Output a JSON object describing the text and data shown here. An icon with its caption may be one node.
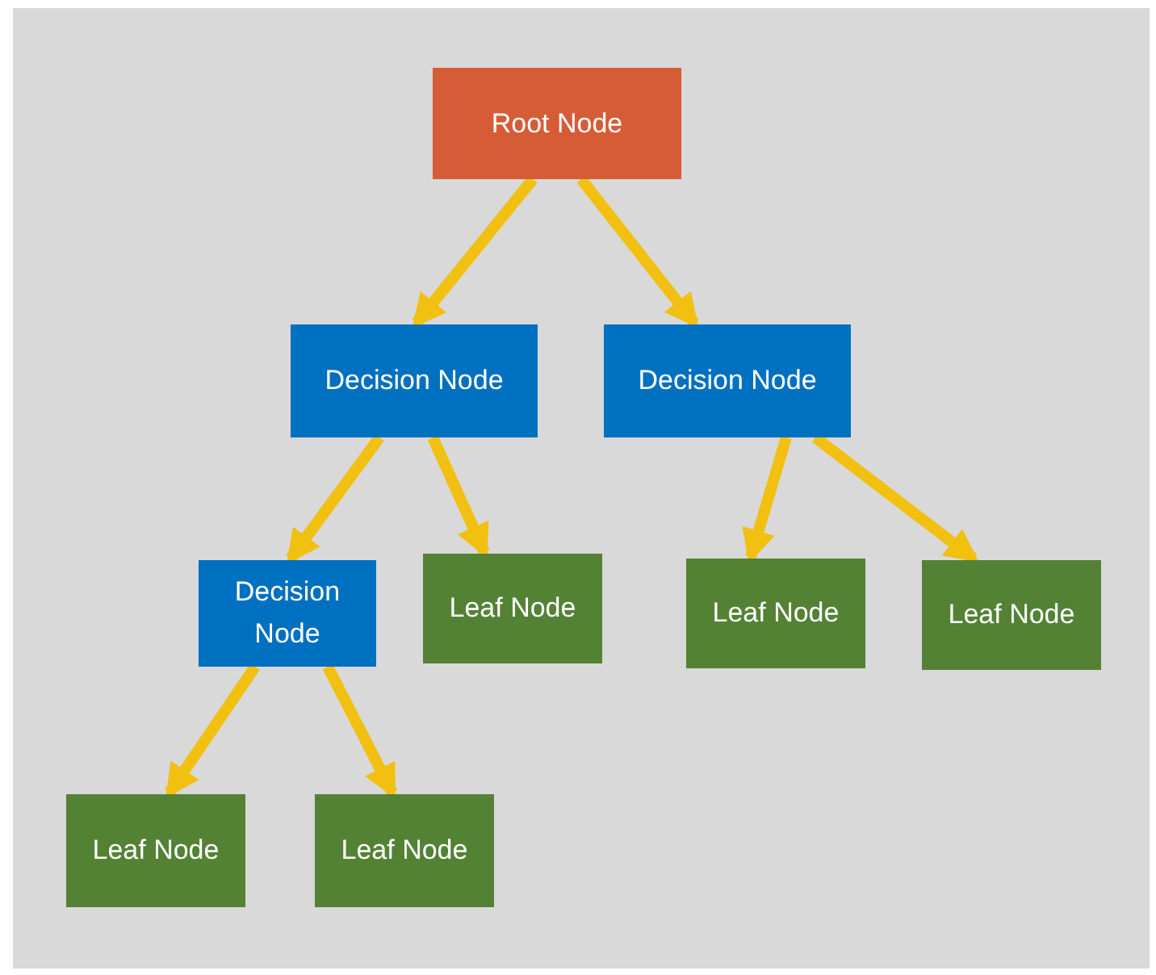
{
  "diagram": {
    "nodes": [
      {
        "text": [
          "Root Node"
        ]
      },
      {
        "text": [
          "Decision Node"
        ]
      },
      {
        "text": [
          "Decision Node"
        ]
      },
      {
        "text": [
          "Decision Node"
        ]
      },
      {
        "text": [
          "Leaf Node"
        ]
      },
      {
        "text": [
          "Leaf Node"
        ]
      },
      {
        "text": [
          "Leaf Node"
        ]
      },
      {
        "text": [
          "Leaf Node"
        ]
      },
      {
        "text": [
          "Leaf Node"
        ]
      }
    ],
    "edges": [
      {
        "from": 0,
        "to": 1,
        "arrow": "to"
      },
      {
        "from": 0,
        "to": 2,
        "arrow": "to"
      },
      {
        "from": 1,
        "to": 3,
        "arrow": "to"
      },
      {
        "from": 1,
        "to": 4,
        "arrow": "to"
      },
      {
        "from": 2,
        "to": 5,
        "arrow": "to"
      },
      {
        "from": 2,
        "to": 6,
        "arrow": "to"
      },
      {
        "from": 3,
        "to": 7,
        "arrow": "to"
      },
      {
        "from": 3,
        "to": 8,
        "arrow": "to"
      }
    ]
  }
}
